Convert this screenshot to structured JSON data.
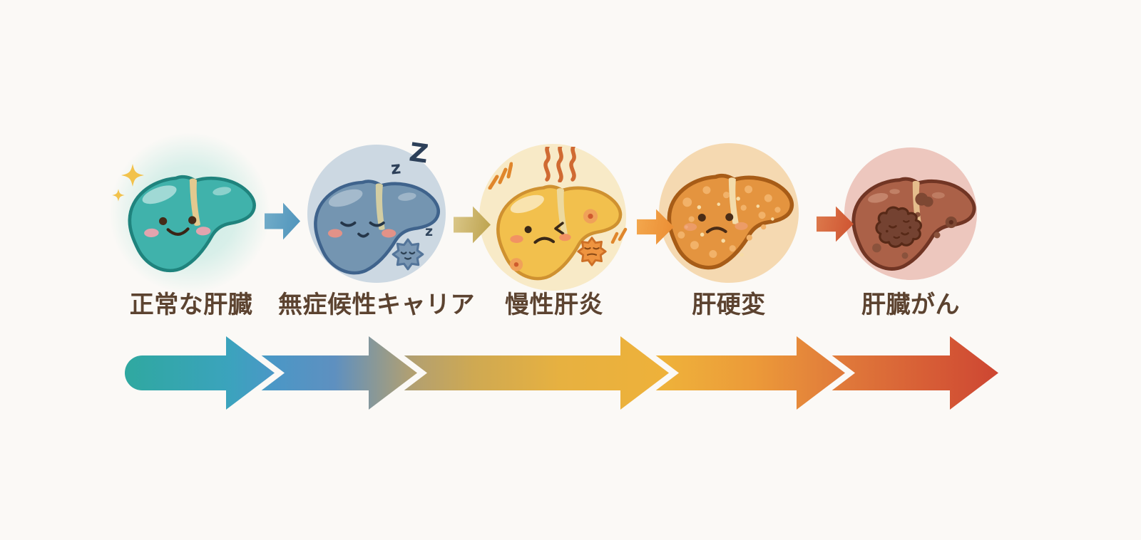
{
  "illustration": {
    "type": "liver-disease-progression",
    "background": "#fbf9f6",
    "label_color": "#5c4330"
  },
  "stages": [
    {
      "id": "normal-liver",
      "label": "正常な肝臓",
      "liver_color": "#40b2ab",
      "halo_color": "#d6efea",
      "decorations": [
        "sparkle-icon"
      ]
    },
    {
      "id": "asymptomatic-carrier",
      "label": "無症候性キャリア",
      "liver_color": "#7495b1",
      "halo_color": "#ccd8e2",
      "decorations": [
        "sleep-zzz",
        "sleeping-virus-icon"
      ],
      "zzz_big": "Z",
      "zzz_small": "z",
      "virus_z": "z"
    },
    {
      "id": "chronic-hepatitis",
      "label": "慢性肝炎",
      "liver_color": "#f2c04d",
      "halo_color": "#f8eac7",
      "decorations": [
        "heat-steam-icon",
        "alert-dash-icon",
        "angry-virus-icon",
        "inflammation-spots"
      ]
    },
    {
      "id": "cirrhosis",
      "label": "肝硬変",
      "liver_color": "#e4943f",
      "halo_color": "#f5d9b1",
      "decorations": [
        "nodule-spots"
      ]
    },
    {
      "id": "liver-cancer",
      "label": "肝臓がん",
      "liver_color": "#ab6148",
      "halo_color": "#edc7be",
      "decorations": [
        "tumor-mass",
        "metastasis-spots"
      ]
    }
  ],
  "step_arrows": [
    {
      "from": "normal-liver",
      "to": "asymptomatic-carrier",
      "color": "#5b9dc0"
    },
    {
      "from": "asymptomatic-carrier",
      "to": "chronic-hepatitis",
      "color": "#c4a95e"
    },
    {
      "from": "chronic-hepatitis",
      "to": "cirrhosis",
      "color": "#ef9a3f"
    },
    {
      "from": "cirrhosis",
      "to": "liver-cancer",
      "color": "#d5613a"
    }
  ],
  "timeline_arrow": {
    "direction": "left-to-right",
    "gradient": [
      "#2fa8a0",
      "#4b97c6",
      "#b3a070",
      "#e7b140",
      "#ec9a39",
      "#cd4632"
    ]
  }
}
